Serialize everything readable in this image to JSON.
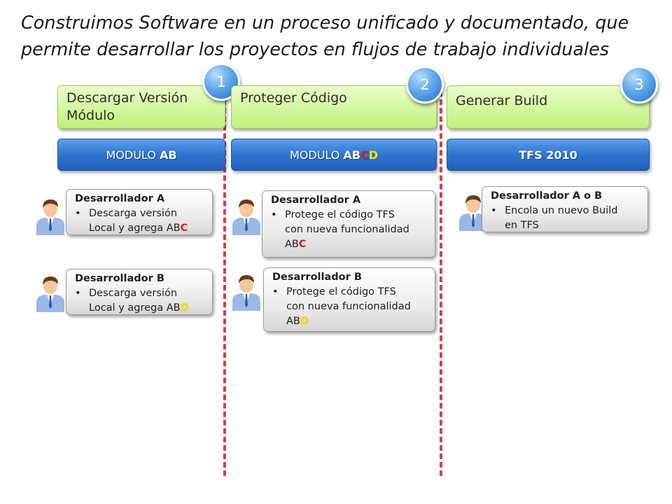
{
  "title": {
    "line1": "Construimos Software en un proceso unificado y documentado, que",
    "line2": "permite desarrollar  los proyectos en flujos de trabajo individuales"
  },
  "columns": [
    {
      "badge": "1",
      "phase_line1": "Descargar Versión",
      "phase_line2": "Módulo",
      "module_prefix": "MODULO ",
      "module_bold": "AB",
      "tasks": [
        {
          "header": "Desarrollador  A",
          "line1": "Descarga versión",
          "line2_pre": "Local y agrega AB",
          "line2_hl": "C"
        },
        {
          "header": "Desarrollador B",
          "line1": "Descarga versión",
          "line2_pre": "Local y agrega AB",
          "line2_hl": "D"
        }
      ]
    },
    {
      "badge": "2",
      "phase_line1": "Proteger Código",
      "module_prefix": "MODULO ",
      "module_bold": "AB",
      "module_hl1": "C",
      "module_hl2": "D",
      "tasks": [
        {
          "header": "Desarrollador A",
          "line1": "Protege el código  TFS",
          "line2": "con nueva funcionalidad",
          "line3_pre": "AB",
          "line3_hl": "C"
        },
        {
          "header": "Desarrollador B",
          "line1": "Protege el código  TFS",
          "line2": "con nueva funcionalidad",
          "line3_pre": "AB",
          "line3_hl": "D"
        }
      ]
    },
    {
      "badge": "3",
      "phase_line1": "Generar Build",
      "module_label": "TFS 2010",
      "tasks": [
        {
          "header": "Desarrollador A o B",
          "line1": "Encola un nuevo  Build",
          "line2": "en TFS"
        }
      ]
    }
  ],
  "colors": {
    "highlight_red": "#e01b1b",
    "highlight_yellow": "#f2e21a",
    "divider": "#c9464a",
    "phase_green": "#bff07a",
    "module_blue": "#2f74d0",
    "badge_blue": "#3b8ad8"
  },
  "icons": [
    "user-icon"
  ]
}
